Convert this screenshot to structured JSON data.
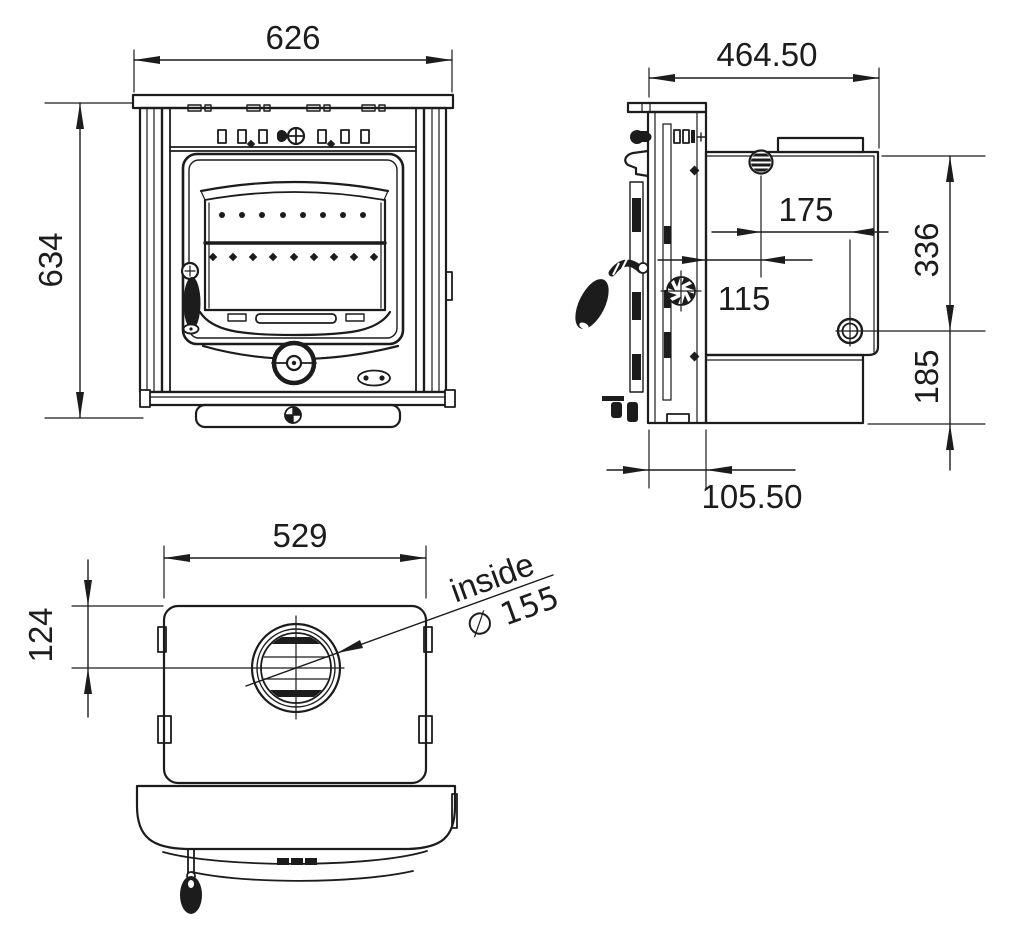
{
  "drawing_title": "stove-insert-dimension-drawing",
  "colors": {
    "line": "#1c1c1c",
    "background": "#ffffff"
  },
  "views": {
    "front": {
      "width_mm": "626",
      "height_mm": "634"
    },
    "side": {
      "depth_mm": "464.50",
      "flue_offset_mm": "175",
      "flue_from_front_mm": "115",
      "upper_body_height_mm": "336",
      "lower_body_height_mm": "185",
      "hearth_projection_mm": "105.50"
    },
    "top": {
      "width_mm": "529",
      "flue_center_depth_mm": "124",
      "flue_note_line1": "inside",
      "flue_note_line2": "∅ 155"
    }
  }
}
